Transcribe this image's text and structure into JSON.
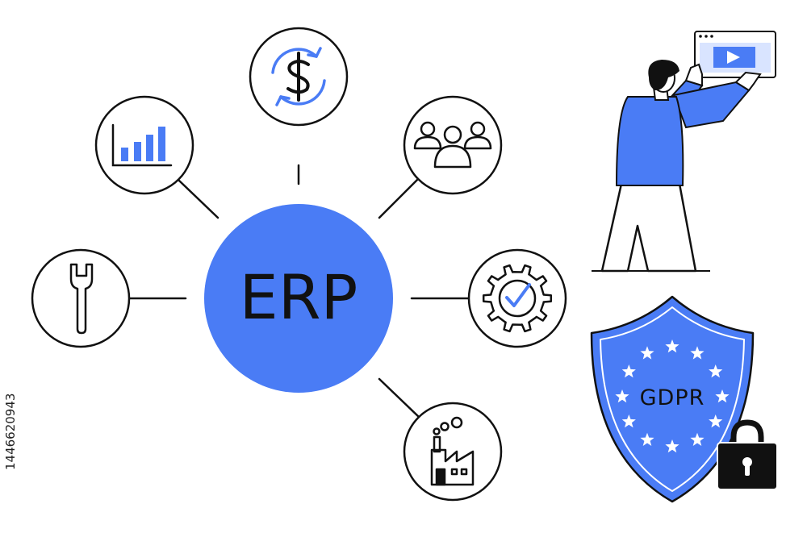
{
  "diagram": {
    "hub": {
      "label": "ERP"
    },
    "badge": {
      "label": "GDPR"
    },
    "nodes": [
      {
        "id": "finance",
        "icon": "dollar-cycle-icon"
      },
      {
        "id": "analytics",
        "icon": "bar-chart-icon"
      },
      {
        "id": "team",
        "icon": "people-group-icon"
      },
      {
        "id": "maintenance",
        "icon": "wrench-icon"
      },
      {
        "id": "automation",
        "icon": "gear-check-icon"
      },
      {
        "id": "manufacturing",
        "icon": "factory-icon"
      }
    ]
  },
  "stock": {
    "image_id": "1446620943"
  },
  "colors": {
    "accent": "#4a7cf5",
    "stroke": "#111111",
    "background": "#ffffff"
  }
}
